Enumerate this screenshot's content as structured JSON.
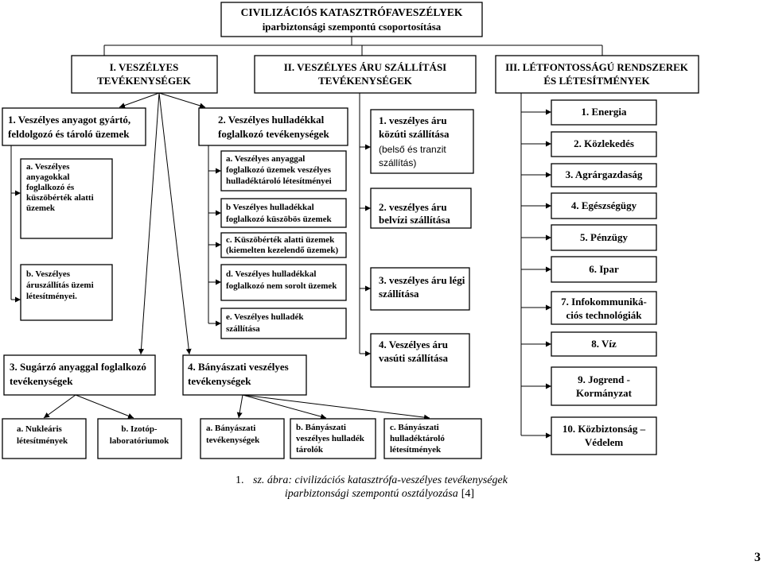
{
  "diagram": {
    "root": {
      "lines": [
        "CIVILIZÁCIÓS KATASZTRÓFAVESZÉLYEK",
        "iparbiztonsági szempontú csoportosítása"
      ]
    },
    "groups": [
      {
        "lines": [
          "I. VESZÉLYES",
          "TEVÉKENYSÉGEK"
        ],
        "items": [
          {
            "lines": [
              "1. Veszélyes anyagot gyártó,",
              "feldolgozó és tároló üzemek"
            ],
            "items": [
              {
                "lines": [
                  "a. Veszélyes",
                  "anyagokkal",
                  "foglalkozó és",
                  "küszöbérték alatti",
                  "üzemek"
                ]
              },
              {
                "lines": [
                  "b. Veszélyes",
                  "áruszállítás üzemi",
                  "létesítményei."
                ]
              }
            ]
          },
          {
            "lines": [
              "2. Veszélyes hulladékkal",
              "foglalkozó tevékenységek"
            ],
            "items": [
              {
                "lines": [
                  "a. Veszélyes anyaggal",
                  "foglalkozó üzemek veszélyes",
                  "hulladéktároló létesítményei"
                ]
              },
              {
                "lines": [
                  "b Veszélyes hulladékkal",
                  "foglalkozó küszöbös üzemek"
                ]
              },
              {
                "lines": [
                  "c. Küszöbérték alatti üzemek",
                  "(kiemelten kezelendő üzemek)"
                ]
              },
              {
                "lines": [
                  "d. Veszélyes hulladékkal",
                  "foglalkozó nem sorolt üzemek"
                ]
              },
              {
                "lines": [
                  "e. Veszélyes hulladék",
                  "szállítása"
                ]
              }
            ]
          },
          {
            "lines": [
              "3. Sugárzó anyaggal foglalkozó",
              "tevékenységek"
            ],
            "items": [
              {
                "lines": [
                  "a. Nukleáris",
                  "létesítmények"
                ]
              },
              {
                "lines": [
                  "b. Izotóp-",
                  "laboratóriumok"
                ]
              }
            ]
          },
          {
            "lines": [
              "4. Bányászati veszélyes",
              "tevékenységek"
            ],
            "items": [
              {
                "lines": [
                  "a. Bányászati",
                  "tevékenységek"
                ]
              },
              {
                "lines": [
                  "b. Bányászati",
                  "veszélyes hulladék",
                  "tárolók"
                ]
              },
              {
                "lines": [
                  "c. Bányászati",
                  "hulladéktároló",
                  "létesítmények"
                ]
              }
            ]
          }
        ]
      },
      {
        "lines": [
          "II. VESZÉLYES ÁRU SZÁLLÍTÁSI",
          "TEVÉKENYSÉGEK"
        ],
        "items": [
          {
            "lines": [
              "1. veszélyes áru",
              "közúti szállítása",
              "(belső és tranzit",
              "szállítás)"
            ]
          },
          {
            "lines": [
              "2. veszélyes áru",
              "belvízi szállítása"
            ]
          },
          {
            "lines": [
              "3. veszélyes áru légi",
              "szállítása"
            ]
          },
          {
            "lines": [
              "4. Veszélyes áru",
              "vasúti szállítása"
            ]
          }
        ]
      },
      {
        "lines": [
          "III. LÉTFONTOSSÁGÚ RENDSZEREK",
          "ÉS LÉTESÍTMÉNYEK"
        ],
        "items": [
          {
            "lines": [
              "1. Energia"
            ]
          },
          {
            "lines": [
              "2. Közlekedés"
            ]
          },
          {
            "lines": [
              "3. Agrárgazdaság"
            ]
          },
          {
            "lines": [
              "4. Egészségügy"
            ]
          },
          {
            "lines": [
              "5. Pénzügy"
            ]
          },
          {
            "lines": [
              "6. Ipar"
            ]
          },
          {
            "lines": [
              "7. Infokommuniká-",
              "ciós technológiák"
            ]
          },
          {
            "lines": [
              "8. Víz"
            ]
          },
          {
            "lines": [
              "9. Jogrend -",
              "Kormányzat"
            ]
          },
          {
            "lines": [
              "10. Közbiztonság –",
              "Védelem"
            ]
          }
        ]
      }
    ]
  },
  "caption": {
    "number": "1.",
    "line1": "sz. ábra: civilizációs katasztrófa-veszélyes tevékenységek",
    "line2": "iparbiztonsági szempontú osztályozása",
    "reference": "[4]"
  },
  "page_number": "3"
}
